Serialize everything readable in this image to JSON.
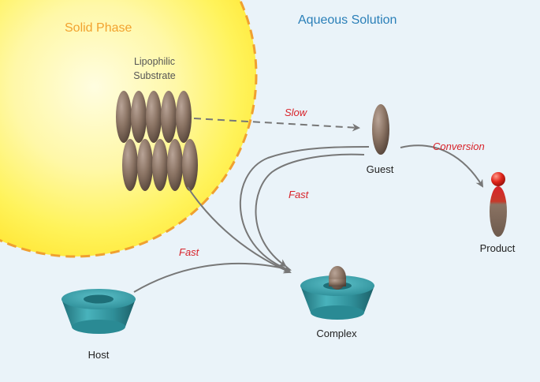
{
  "regions": {
    "solid_phase": "Solid Phase",
    "aqueous_solution": "Aqueous Solution"
  },
  "labels": {
    "lipophilic_line1": "Lipophilic",
    "lipophilic_line2": "Substrate",
    "guest": "Guest",
    "product": "Product",
    "complex": "Complex",
    "host": "Host"
  },
  "arrows": {
    "slow": "Slow",
    "conversion": "Conversion",
    "fast_guest_complex": "Fast",
    "fast_host_complex": "Fast"
  },
  "colors": {
    "background": "#eaf3f9",
    "solid_phase_fill": "#fff35a",
    "solid_phase_border": "#f0a030",
    "solid_label": "#f2a22e",
    "aqueous_label": "#2a7fb8",
    "arrow_label_red": "#d8232a",
    "arrow": "#777777",
    "substrate": "#8a7363",
    "host_teal": "#2f8e98",
    "product_red": "#d8232a"
  },
  "icons": {
    "substrate": "ellipse-stack",
    "host": "truncated-cone-ring",
    "product": "capped-ellipse"
  }
}
